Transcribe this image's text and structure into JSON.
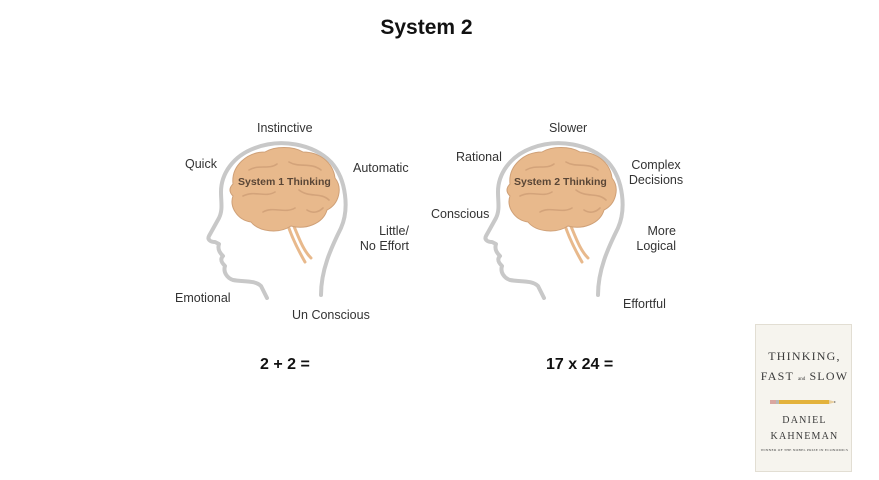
{
  "slide": {
    "title": "System 2"
  },
  "diagram_left": {
    "brain_label": "System 1 Thinking",
    "labels": {
      "top": "Instinctive",
      "upper_left": "Quick",
      "upper_right": "Automatic",
      "mid_right_1": "Little/",
      "mid_right_2": "No Effort",
      "lower_left": "Emotional",
      "bottom": "Un Conscious"
    },
    "equation": "2 + 2 ="
  },
  "diagram_right": {
    "brain_label": "System 2 Thinking",
    "labels": {
      "top": "Slower",
      "upper_left": "Rational",
      "upper_right_1": "Complex",
      "upper_right_2": "Decisions",
      "mid_left": "Conscious",
      "mid_right_1": "More",
      "mid_right_2": "Logical",
      "bottom_right": "Effortful"
    },
    "equation": "17 x 24 ="
  },
  "book": {
    "title_line1": "THINKING,",
    "title_fast": "FAST",
    "title_and": "and",
    "title_slow": "SLOW",
    "author_first": "DANIEL",
    "author_last": "KAHNEMAN",
    "tagline": "WINNER OF THE NOBEL PRIZE IN ECONOMICS"
  },
  "colors": {
    "brain_fill": "#e8b98c",
    "brain_stroke": "#cfa077",
    "head_outline": "#c8c8c8",
    "text": "#333333"
  }
}
